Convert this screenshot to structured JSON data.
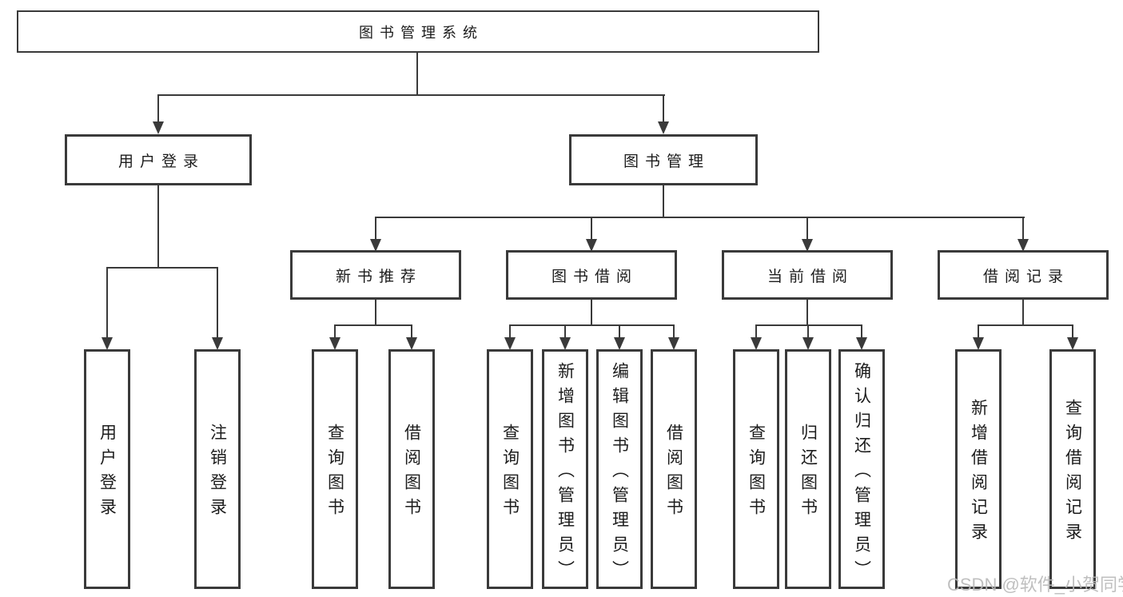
{
  "colors": {
    "line": "#3a3a3a",
    "box_border": "#3a3a3a",
    "text": "#1c1c1c",
    "background": "#ffffff",
    "watermark": "#b9b9b9"
  },
  "watermark": "CSDN @软件_小贺同学",
  "tree": {
    "root": {
      "label": "图书管理系统",
      "children": [
        {
          "label": "用户登录",
          "children": [
            {
              "label": "用户登录"
            },
            {
              "label": "注销登录"
            }
          ]
        },
        {
          "label": "图书管理",
          "children": [
            {
              "label": "新书推荐",
              "children": [
                {
                  "label": "查询图书"
                },
                {
                  "label": "借阅图书"
                }
              ]
            },
            {
              "label": "图书借阅",
              "children": [
                {
                  "label": "查询图书"
                },
                {
                  "label": "新增图书（管理员）"
                },
                {
                  "label": "编辑图书（管理员）"
                },
                {
                  "label": "借阅图书"
                }
              ]
            },
            {
              "label": "当前借阅",
              "children": [
                {
                  "label": "查询图书"
                },
                {
                  "label": "归还图书"
                },
                {
                  "label": "确认归还（管理员）"
                }
              ]
            },
            {
              "label": "借阅记录",
              "children": [
                {
                  "label": "新增借阅记录"
                },
                {
                  "label": "查询借阅记录"
                }
              ]
            }
          ]
        }
      ]
    }
  }
}
